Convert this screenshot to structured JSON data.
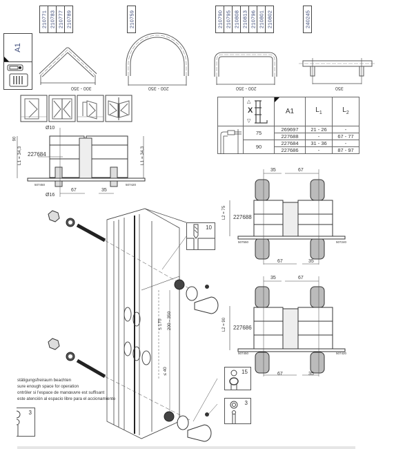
{
  "side_label": {
    "code": "A1",
    "icons": [
      "handle-slot-icon",
      "lock-block-icon"
    ]
  },
  "handle_variants": [
    {
      "name": "angled-handle",
      "part_numbers": [
        "210771",
        "210783",
        "210777",
        "210789"
      ],
      "span": "300 - 350"
    },
    {
      "name": "arched-handle",
      "part_numbers": [
        "210759"
      ],
      "span": "200 - 350"
    },
    {
      "name": "u-handle",
      "part_numbers": [
        "210790",
        "210795",
        "210808",
        "210813",
        "210796",
        "210801",
        "210802"
      ],
      "span": "200 - 350"
    },
    {
      "name": "bar-handle",
      "part_numbers": [
        "240245"
      ],
      "span": "350"
    }
  ],
  "opening_types": [
    "single-leaf",
    "double-leaf",
    "offset-leaf",
    "double-leaf-mullion"
  ],
  "spec_table": {
    "headers": [
      "",
      "X",
      "A1",
      "L1",
      "L2"
    ],
    "header_x": "X",
    "header_a1": "A1",
    "header_l": "L",
    "header_l1_sub": "1",
    "header_l2_sub": "2",
    "groups": [
      {
        "x": "75",
        "rows": [
          {
            "a1": "269697",
            "l1": "21 - 26",
            "l2": "-"
          },
          {
            "a1": "227688",
            "l1": "-",
            "l2": "67 - 77"
          }
        ]
      },
      {
        "x": "90",
        "rows": [
          {
            "a1": "227684",
            "l1": "31 - 36",
            "l2": "-"
          },
          {
            "a1": "227686",
            "l1": "-",
            "l2": "87 - 97"
          }
        ]
      }
    ]
  },
  "section_top_left": {
    "part": "227684",
    "diam_top": "Ø10",
    "diam_bottom": "Ø16",
    "dim_left": "L1 = 34,3",
    "dim_right": "L1 = 34,3",
    "dim_height": "90",
    "dim_a": "67",
    "dim_b": "35",
    "profile_left": "507450",
    "profile_right": "507420"
  },
  "section_right_75": {
    "part": "227688",
    "dim_height": "L2 = 75",
    "dim_top_a": "35",
    "dim_top_b": "67",
    "dim_bottom_a": "67",
    "dim_bottom_b": "35",
    "profile_left": "507550",
    "profile_right": "507240"
  },
  "section_right_90": {
    "part": "227686",
    "dim_height": "L2 = 90",
    "dim_top_a": "35",
    "dim_top_b": "67",
    "dim_bottom_a": "67",
    "dim_bottom_b": "35",
    "profile_left": "507450",
    "profile_right": "507420"
  },
  "exploded_view": {
    "dim_upper": "≤ 175",
    "dim_range": "200 - 350",
    "dim_lower": "≤ 40"
  },
  "detail_callouts": [
    {
      "name": "drill-detail",
      "number": "10"
    },
    {
      "name": "screw-hex-detail",
      "number": "15"
    },
    {
      "name": "screw-pin-detail",
      "number": "3"
    },
    {
      "name": "left-pin-detail",
      "number": "3"
    }
  ],
  "notes": [
    "stätigungsfreiraum beachten",
    "sure enough space for operation",
    "ontrôler si l'espace de manœuvre est suffisant",
    "este atención al espacio libre para el accionamiento"
  ],
  "colors": {
    "line": "#444444",
    "number_text": "#3c4a78",
    "footer_bar": "#e6e6e6"
  }
}
